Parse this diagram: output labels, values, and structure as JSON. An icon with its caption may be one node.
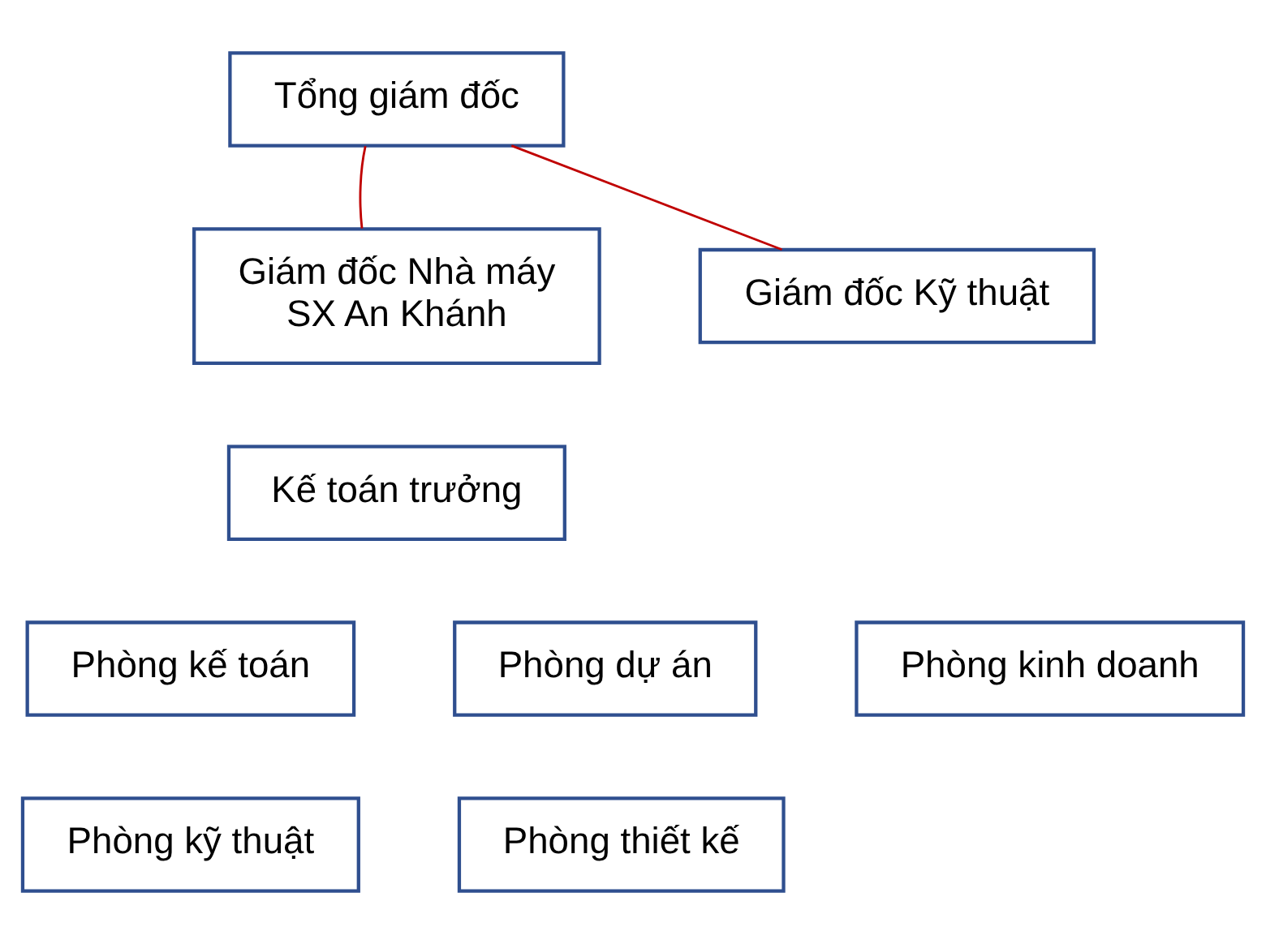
{
  "diagram": {
    "nodes": [
      {
        "text": [
          "Tổng giám đốc"
        ]
      },
      {
        "text": [
          "Giám đốc Nhà máy SX An Khánh"
        ]
      },
      {
        "text": [
          "Giám đốc Kỹ thuật"
        ]
      },
      {
        "text": [
          "Kế toán trưởng"
        ]
      },
      {
        "text": [
          "Phòng kế toán"
        ]
      },
      {
        "text": [
          "Phòng dự án"
        ]
      },
      {
        "text": [
          "Phòng kinh doanh"
        ]
      },
      {
        "text": [
          "Phòng kỹ thuật"
        ]
      },
      {
        "text": [
          "Phòng thiết kế"
        ]
      }
    ],
    "edges": [
      {
        "from": 0,
        "to": 1,
        "arrow": "none",
        "color": "#c00000"
      },
      {
        "from": 0,
        "to": 2,
        "arrow": "none",
        "color": "#c00000"
      }
    ]
  }
}
